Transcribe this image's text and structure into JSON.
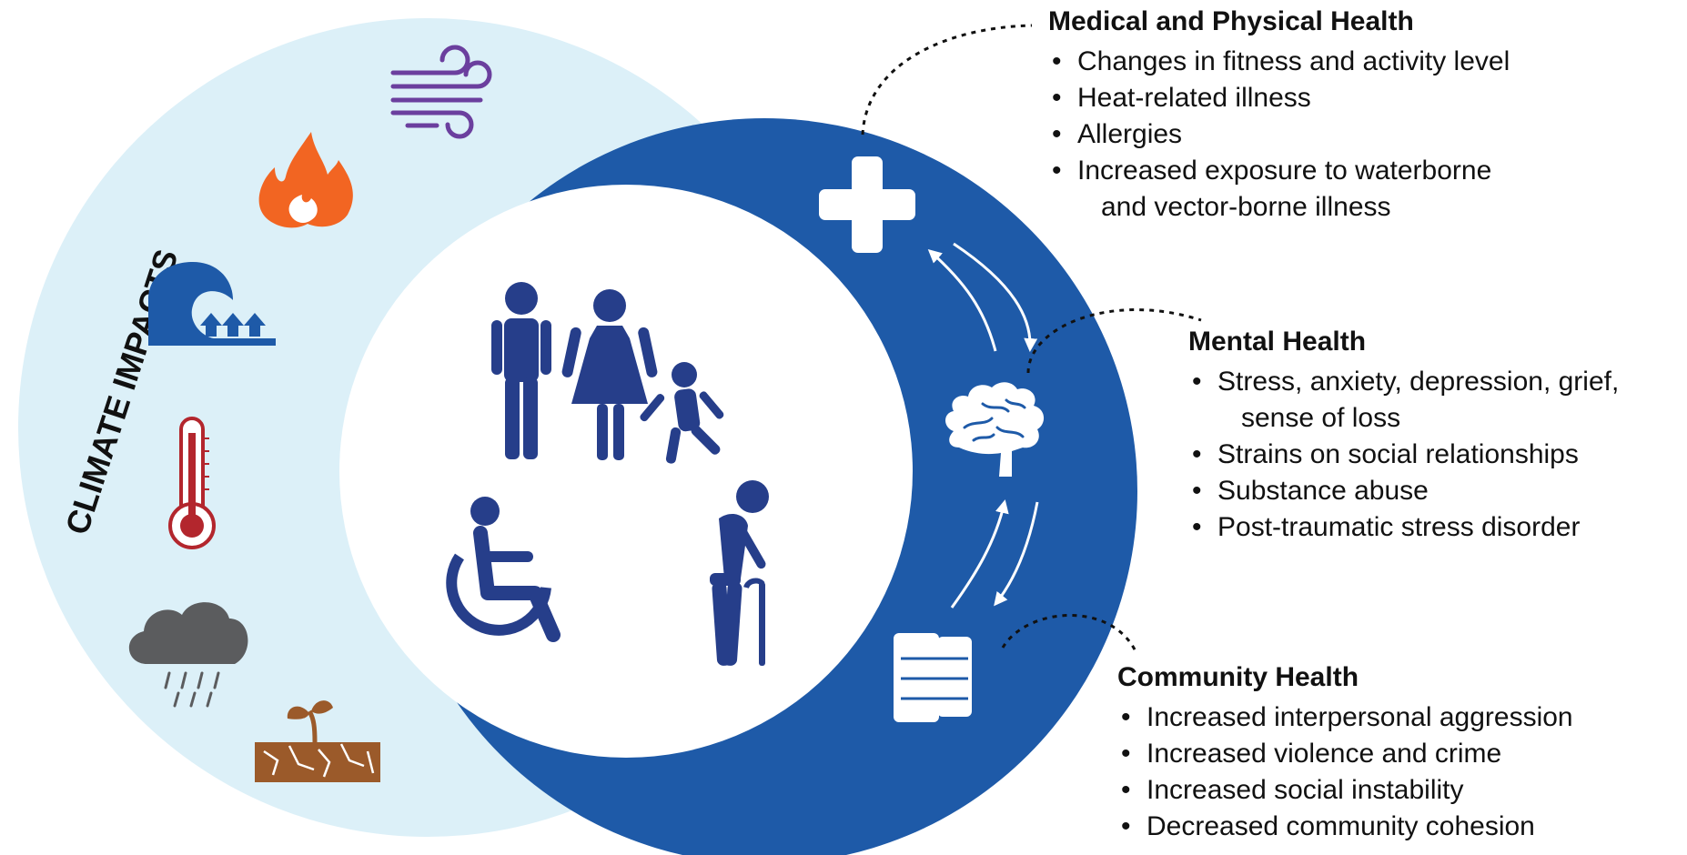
{
  "climate_label": "CLIMATE IMPACTS",
  "climate_icons": [
    "wind-icon",
    "wildfire-icon",
    "flood-wave-icon",
    "thermometer-icon",
    "rain-cloud-icon",
    "drought-sprout-icon"
  ],
  "population_icons": [
    "man-icon",
    "woman-icon",
    "child-icon",
    "wheelchair-user-icon",
    "elderly-person-icon"
  ],
  "health_icons": [
    "medical-cross-icon",
    "brain-icon",
    "holding-hands-icon"
  ],
  "colors": {
    "outer_circle": "#dcf0f8",
    "ring": "#1e5aa8",
    "people": "#263e8a",
    "wind": "#6b3f9e",
    "fire": "#f26522",
    "flood": "#1e5aa8",
    "thermometer": "#b3262d",
    "cloud": "#5b5c5e",
    "soil": "#9b5a2a"
  },
  "medical": {
    "title": "Medical and Physical Health",
    "items": [
      {
        "text": "Changes in fitness and activity level",
        "cont": ""
      },
      {
        "text": "Heat-related illness",
        "cont": ""
      },
      {
        "text": "Allergies",
        "cont": ""
      },
      {
        "text": "Increased exposure to waterborne",
        "cont": "and vector-borne illness"
      }
    ]
  },
  "mental": {
    "title": "Mental Health",
    "items": [
      {
        "text": "Stress, anxiety, depression, grief,",
        "cont": "sense of loss"
      },
      {
        "text": "Strains on social relationships",
        "cont": ""
      },
      {
        "text": "Substance abuse",
        "cont": ""
      },
      {
        "text": "Post-traumatic stress disorder",
        "cont": ""
      }
    ]
  },
  "community": {
    "title": "Community Health",
    "items": [
      {
        "text": "Increased interpersonal aggression",
        "cont": ""
      },
      {
        "text": "Increased violence and crime",
        "cont": ""
      },
      {
        "text": "Increased social instability",
        "cont": ""
      },
      {
        "text": "Decreased community cohesion",
        "cont": ""
      }
    ]
  }
}
